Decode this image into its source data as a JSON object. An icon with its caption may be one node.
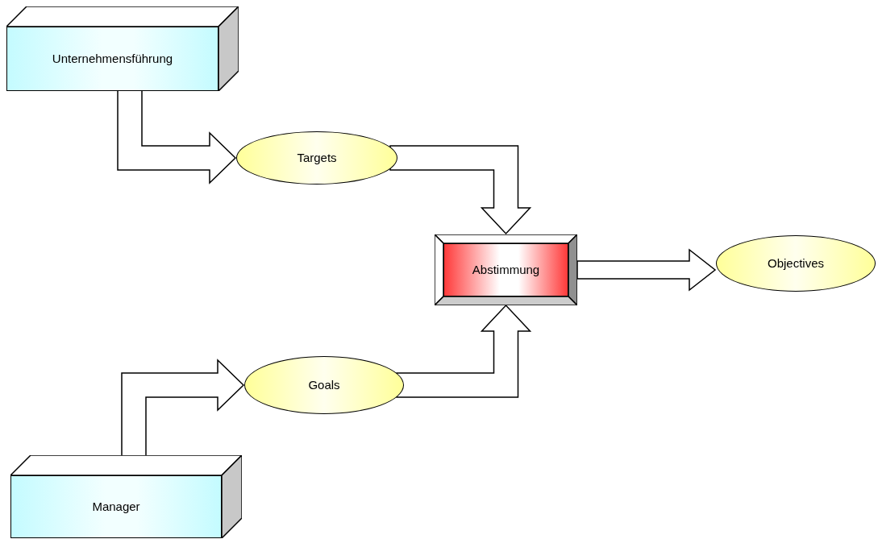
{
  "diagram": {
    "nodes": [
      {
        "text": [
          "Unternehmensführung"
        ]
      },
      {
        "text": [
          "Targets"
        ]
      },
      {
        "text": [
          "Abstimmung"
        ]
      },
      {
        "text": [
          "Objectives"
        ]
      },
      {
        "text": [
          "Goals"
        ]
      },
      {
        "text": [
          "Manager"
        ]
      }
    ],
    "edges": [
      {
        "from": 0,
        "to": 1,
        "arrow": "to"
      },
      {
        "from": 1,
        "to": 2,
        "arrow": "to"
      },
      {
        "from": 2,
        "to": 3,
        "arrow": "to"
      },
      {
        "from": 5,
        "to": 4,
        "arrow": "to"
      },
      {
        "from": 4,
        "to": 2,
        "arrow": "to"
      }
    ]
  }
}
